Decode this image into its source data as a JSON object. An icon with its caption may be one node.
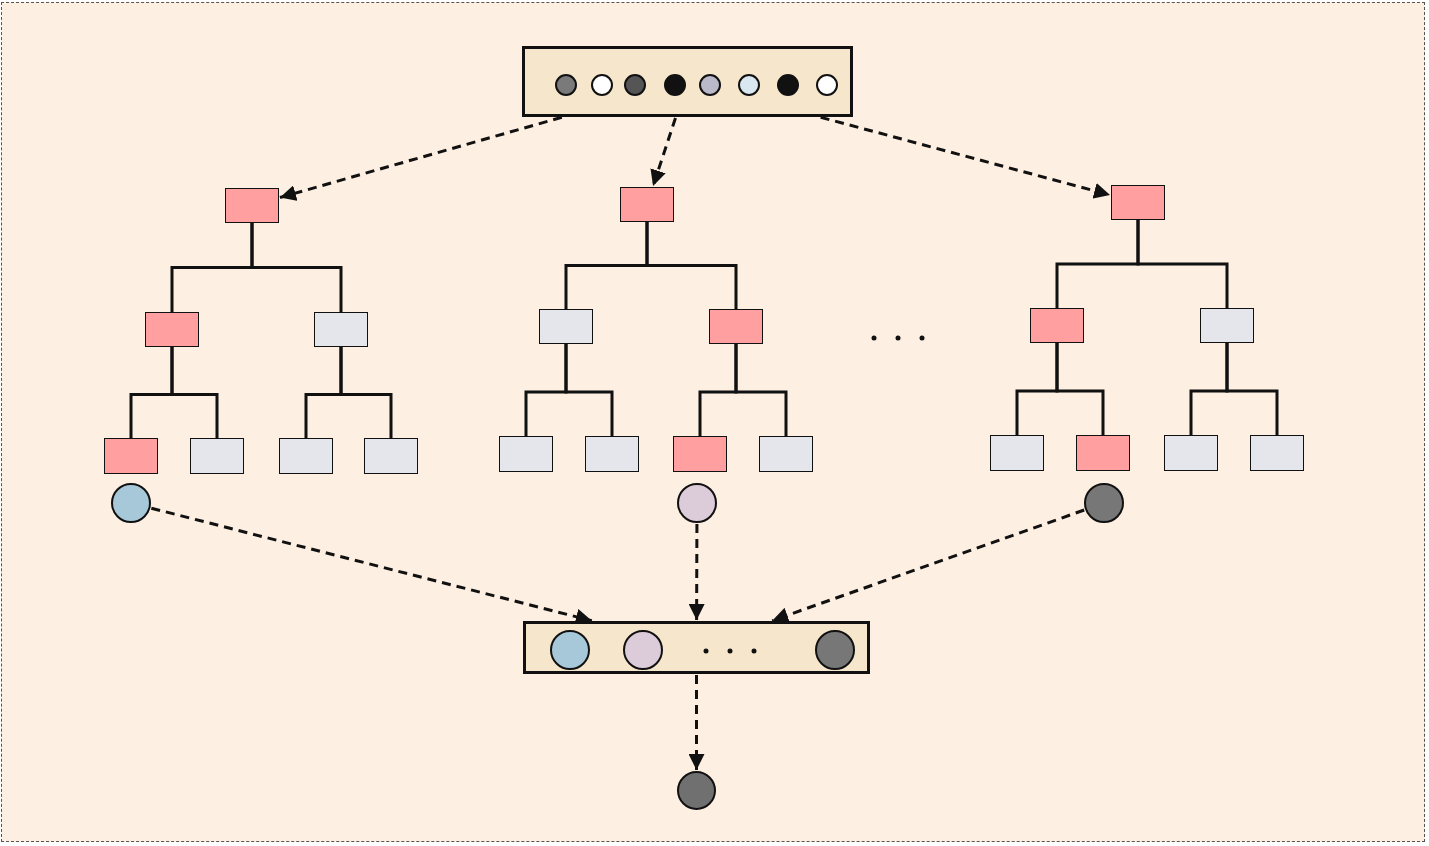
{
  "diagram": {
    "nodes": [
      {
        "text": [],
        "shape": "box"
      },
      {
        "text": [],
        "shape": "circle",
        "in": 0
      },
      {
        "text": [],
        "shape": "circle",
        "in": 0
      },
      {
        "text": [],
        "shape": "circle",
        "in": 0
      },
      {
        "text": [],
        "shape": "circle",
        "in": 0
      },
      {
        "text": [],
        "shape": "circle",
        "in": 0
      },
      {
        "text": [],
        "shape": "circle",
        "in": 0
      },
      {
        "text": [],
        "shape": "circle",
        "in": 0
      },
      {
        "text": [],
        "shape": "circle",
        "in": 0
      },
      {
        "text": [],
        "shape": "box"
      },
      {
        "text": [],
        "shape": "box"
      },
      {
        "text": [],
        "shape": "box"
      },
      {
        "text": [],
        "shape": "box"
      },
      {
        "text": [],
        "shape": "box"
      },
      {
        "text": [],
        "shape": "box"
      },
      {
        "text": [],
        "shape": "box"
      },
      {
        "text": [],
        "shape": "box"
      },
      {
        "text": [],
        "shape": "box"
      },
      {
        "text": [],
        "shape": "box"
      },
      {
        "text": [],
        "shape": "box"
      },
      {
        "text": [],
        "shape": "box"
      },
      {
        "text": [],
        "shape": "box"
      },
      {
        "text": [],
        "shape": "box"
      },
      {
        "text": [],
        "shape": "box"
      },
      {
        "text": [],
        "shape": "box"
      },
      {
        "text": [],
        "shape": "box"
      },
      {
        "text": [],
        "shape": "box"
      },
      {
        "text": [],
        "shape": "box"
      },
      {
        "text": [],
        "shape": "box"
      },
      {
        "text": [],
        "shape": "box"
      },
      {
        "text": [],
        "shape": "circle"
      },
      {
        "text": [],
        "shape": "circle"
      },
      {
        "text": [],
        "shape": "circle"
      },
      {
        "text": [],
        "shape": "box"
      },
      {
        "text": [],
        "shape": "circle",
        "in": 33
      },
      {
        "text": [],
        "shape": "circle",
        "in": 33
      },
      {
        "text": [],
        "shape": "circle",
        "in": 33
      },
      {
        "text": [],
        "shape": "circle"
      }
    ],
    "edges": [
      {
        "from": 0,
        "to": 9,
        "arrow": "to",
        "style": "dashed"
      },
      {
        "from": 0,
        "to": 16,
        "arrow": "to",
        "style": "dashed"
      },
      {
        "from": 0,
        "to": 23,
        "arrow": "to",
        "style": "dashed"
      },
      {
        "from": 9,
        "to": 10,
        "arrow": "none"
      },
      {
        "from": 9,
        "to": 11,
        "arrow": "none"
      },
      {
        "from": 10,
        "to": 12,
        "arrow": "none"
      },
      {
        "from": 10,
        "to": 13,
        "arrow": "none"
      },
      {
        "from": 11,
        "to": 14,
        "arrow": "none"
      },
      {
        "from": 11,
        "to": 15,
        "arrow": "none"
      },
      {
        "from": 16,
        "to": 17,
        "arrow": "none"
      },
      {
        "from": 16,
        "to": 18,
        "arrow": "none"
      },
      {
        "from": 17,
        "to": 19,
        "arrow": "none"
      },
      {
        "from": 17,
        "to": 20,
        "arrow": "none"
      },
      {
        "from": 18,
        "to": 21,
        "arrow": "none"
      },
      {
        "from": 18,
        "to": 22,
        "arrow": "none"
      },
      {
        "from": 23,
        "to": 24,
        "arrow": "none"
      },
      {
        "from": 23,
        "to": 25,
        "arrow": "none"
      },
      {
        "from": 24,
        "to": 26,
        "arrow": "none"
      },
      {
        "from": 24,
        "to": 27,
        "arrow": "none"
      },
      {
        "from": 25,
        "to": 28,
        "arrow": "none"
      },
      {
        "from": 25,
        "to": 29,
        "arrow": "none"
      },
      {
        "from": 30,
        "to": 33,
        "arrow": "to",
        "style": "dashed"
      },
      {
        "from": 31,
        "to": 33,
        "arrow": "to",
        "style": "dashed"
      },
      {
        "from": 32,
        "to": 33,
        "arrow": "to",
        "style": "dashed"
      },
      {
        "from": 33,
        "to": 37,
        "arrow": "to",
        "style": "dashed"
      }
    ]
  }
}
